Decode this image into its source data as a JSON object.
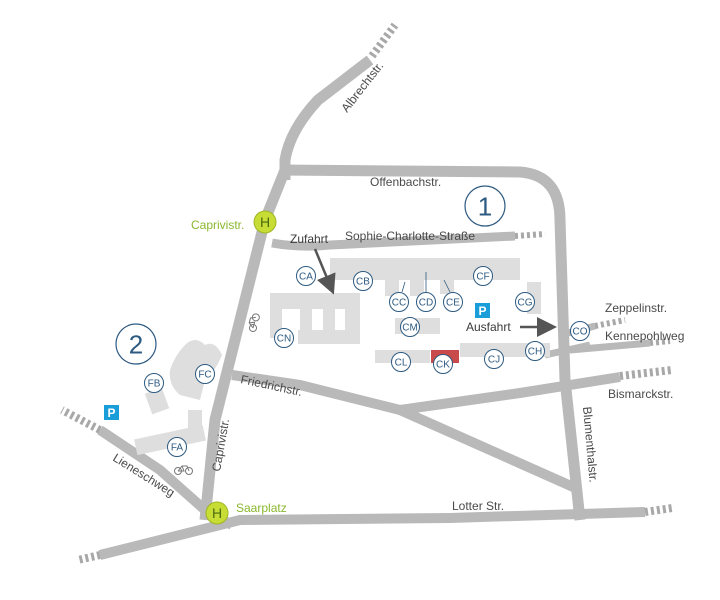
{
  "streets": {
    "albrecht": "Albrechtstr.",
    "offenbach": "Offenbachstr.",
    "sophie": "Sophie-Charlotte-Straße",
    "friedrich": "Friedrichstr.",
    "caprivi": "Caprivistr.",
    "zeppelin": "Zeppelinstr.",
    "kennepohl": "Kennepohlweg",
    "bismarck": "Bismarckstr.",
    "blumenthal": "Blumenthalstr.",
    "lotter": "Lotter Str.",
    "lienesch": "Lieneschweg"
  },
  "stops": {
    "symbol": "H",
    "caprivi": "Caprivistr.",
    "saar": "Saarplatz"
  },
  "areas": {
    "one": "1",
    "two": "2"
  },
  "labels": {
    "zufahrt": "Zufahrt",
    "ausfahrt": "Ausfahrt"
  },
  "parking": {
    "symbol": "P",
    "color": "#1a9ed9"
  },
  "buildings": [
    "CA",
    "CB",
    "CC",
    "CD",
    "CE",
    "CF",
    "CG",
    "CH",
    "CJ",
    "CK",
    "CL",
    "CM",
    "CN",
    "CO",
    "FA",
    "FB",
    "FC"
  ],
  "highlight": {
    "building": "CK",
    "color": "#c94a4a"
  },
  "icons": {
    "bicycle": "bicycle-icon",
    "arrow": "arrow-icon"
  },
  "colors": {
    "road": "#b9b9b9",
    "building": "#dedede",
    "label_blue": "#2d5a80",
    "stop_green": "#c7dc35"
  }
}
